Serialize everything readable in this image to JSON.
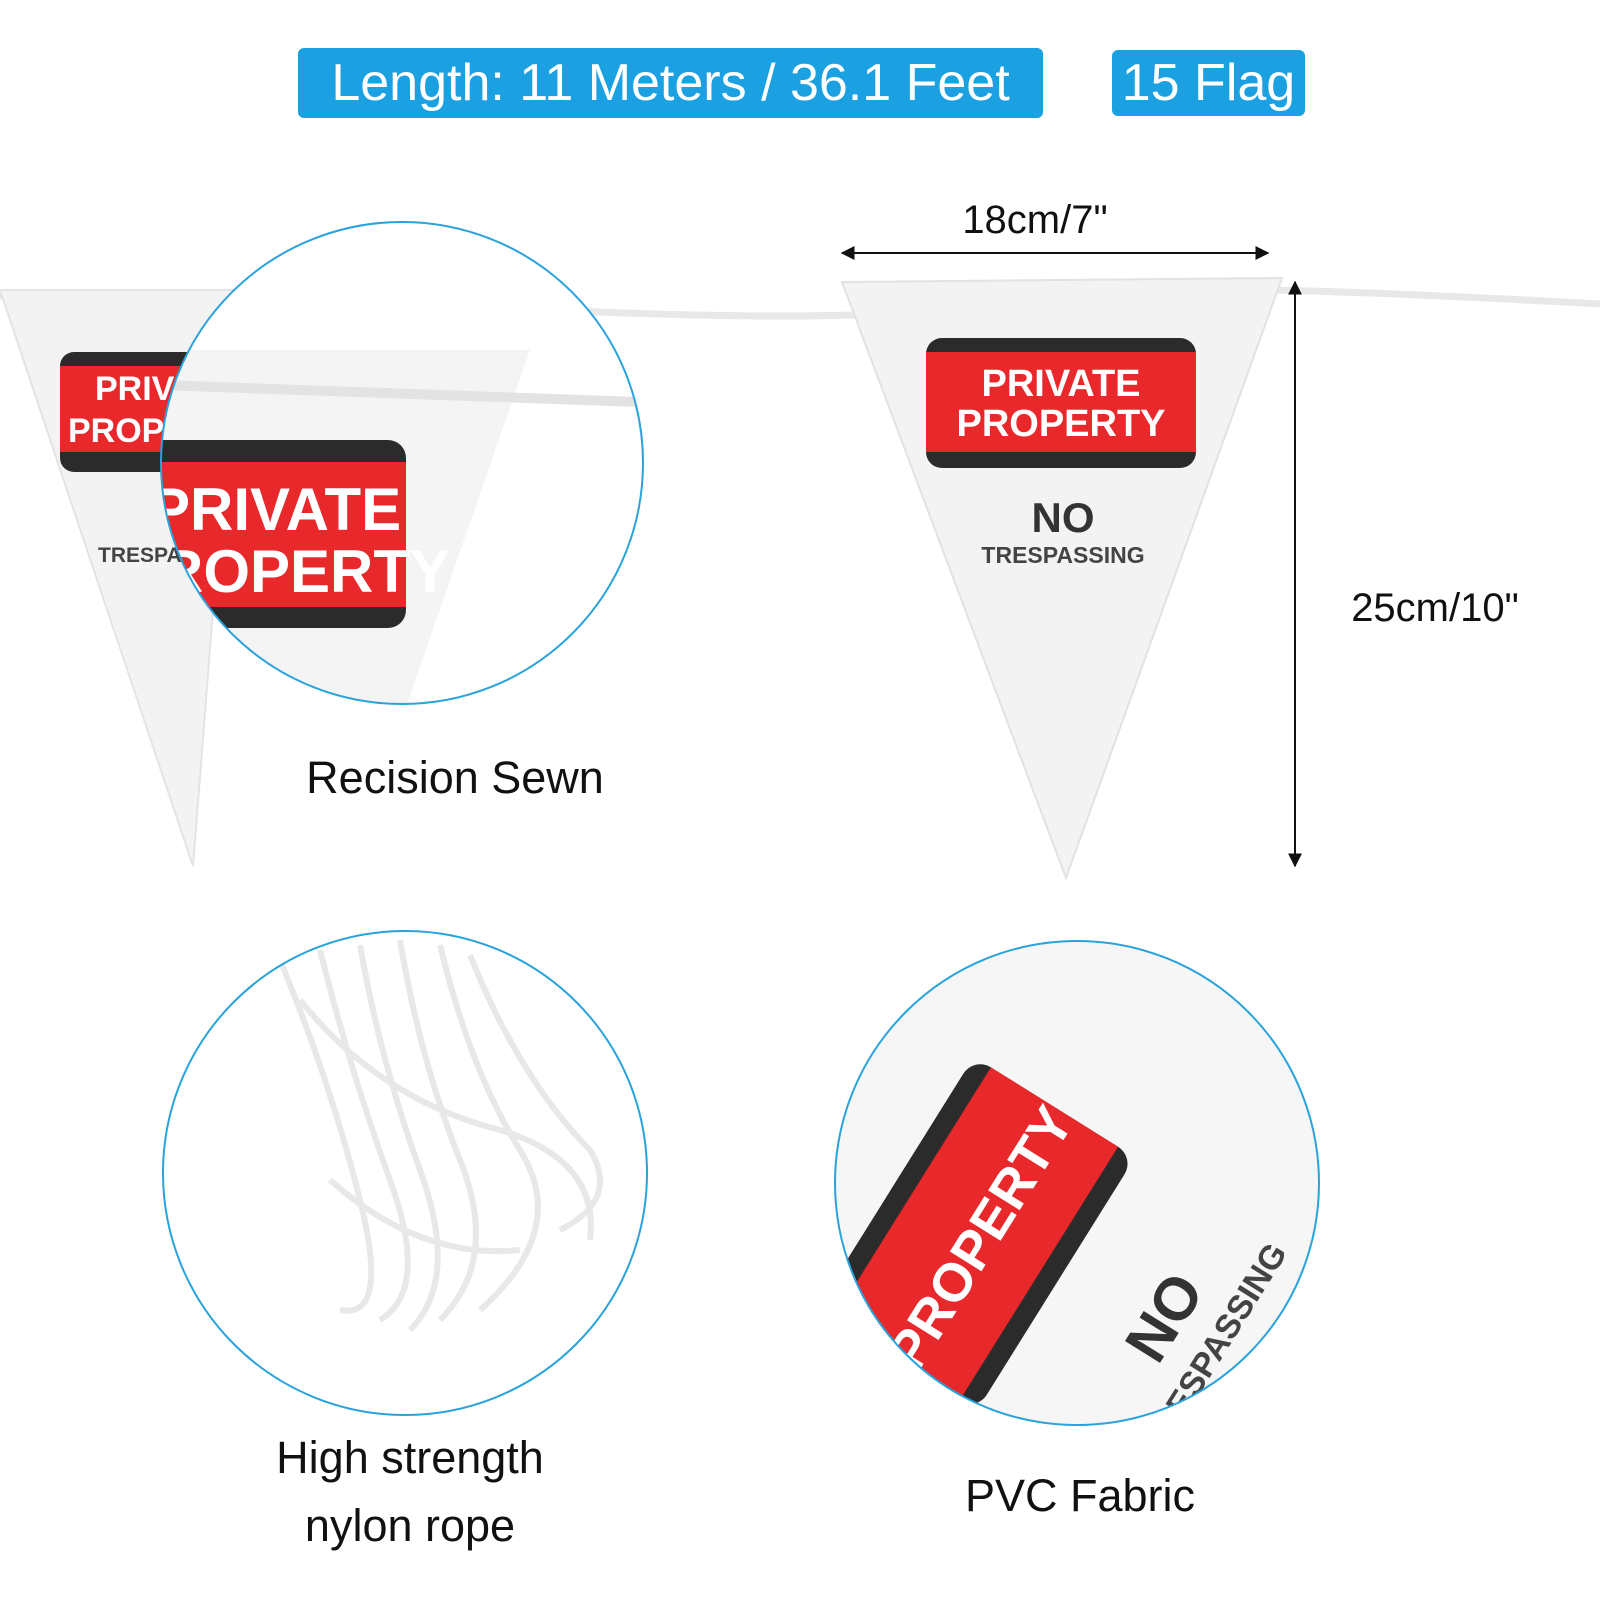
{
  "badges": {
    "length": "Length: 11 Meters / 36.1 Feet",
    "flags": "15 Flag"
  },
  "dimensions": {
    "width": "18cm/7\"",
    "height": "25cm/10\""
  },
  "flag_text": {
    "line1": "PRIVATE",
    "line2": "PROPERTY",
    "warning": "NO",
    "sub": "TRESPASSING"
  },
  "features": {
    "sewn": "Recision Sewn",
    "rope_line1": "High strength",
    "rope_line2": "nylon rope",
    "fabric": "PVC Fabric"
  },
  "colors": {
    "accent": "#1ba0e2",
    "sign_red": "#e8282b",
    "sign_dark": "#2b2b2b",
    "circle_border": "#2aa3dc"
  }
}
